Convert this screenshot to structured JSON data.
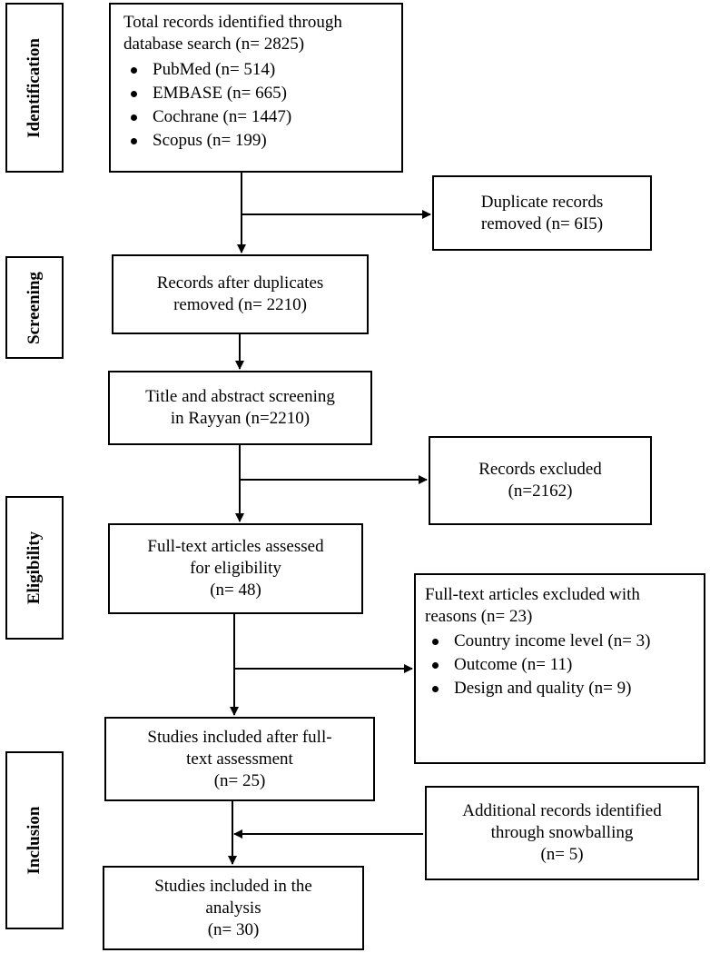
{
  "stages": {
    "identification": "Identification",
    "screening": "Screening",
    "eligibility": "Eligibility",
    "inclusion": "Inclusion"
  },
  "boxes": {
    "identified": {
      "lines": [
        "Total records identified through",
        "database search (n= 2825)"
      ],
      "items": [
        "PubMed (n= 514)",
        "EMBASE (n= 665)",
        "Cochrane (n= 1447)",
        "Scopus (n= 199)"
      ]
    },
    "duplicates_removed": {
      "lines": [
        "Duplicate records",
        "removed (n= 6I5)"
      ]
    },
    "after_duplicates": {
      "lines": [
        "Records after duplicates",
        "removed (n= 2210)"
      ]
    },
    "screening": {
      "lines": [
        "Title and abstract screening",
        "in Rayyan (n=2210)"
      ]
    },
    "records_excluded": {
      "lines": [
        "Records excluded",
        "(n=2162)"
      ]
    },
    "fulltext_assessed": {
      "lines": [
        "Full-text articles assessed",
        "for eligibility",
        "(n= 48)"
      ]
    },
    "fulltext_excluded": {
      "lines": [
        "Full-text articles excluded with",
        "reasons (n= 23)"
      ],
      "items": [
        "Country income level (n= 3)",
        "Outcome (n= 11)",
        "Design and quality (n= 9)"
      ]
    },
    "included_after_fulltext": {
      "lines": [
        "Studies included after full-",
        "text assessment",
        "(n= 25)"
      ]
    },
    "snowballing": {
      "lines": [
        "Additional records identified",
        "through snowballing",
        "(n= 5)"
      ]
    },
    "final_included": {
      "lines": [
        "Studies included in the",
        "analysis",
        "(n= 30)"
      ]
    }
  }
}
